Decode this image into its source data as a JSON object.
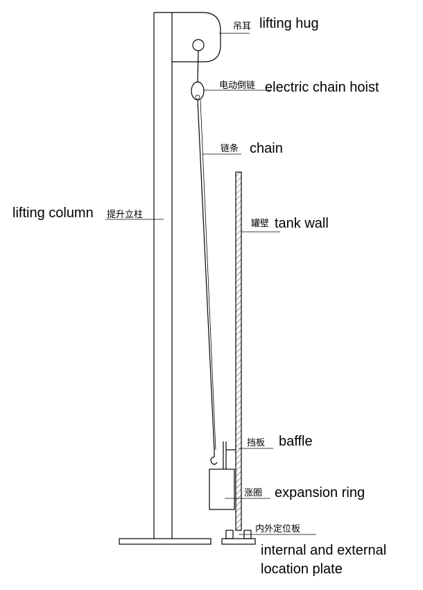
{
  "labels": {
    "lifting_lug_zh": "吊耳",
    "lifting_lug_en": "lifting hug",
    "hoist_zh": "电动倒链",
    "hoist_en": "electric chain hoist",
    "chain_zh": "链条",
    "chain_en": "chain",
    "column_en": "lifting column",
    "column_zh": "提升立柱",
    "tank_wall_zh": "罐壁",
    "tank_wall_en": "tank wall",
    "baffle_zh": "挡板",
    "baffle_en": "baffle",
    "expansion_ring_zh": "涨圈",
    "expansion_ring_en": "expansion ring",
    "location_plate_zh": "内外定位板",
    "location_plate_en_line1": "internal and external",
    "location_plate_en_line2": "location plate"
  }
}
